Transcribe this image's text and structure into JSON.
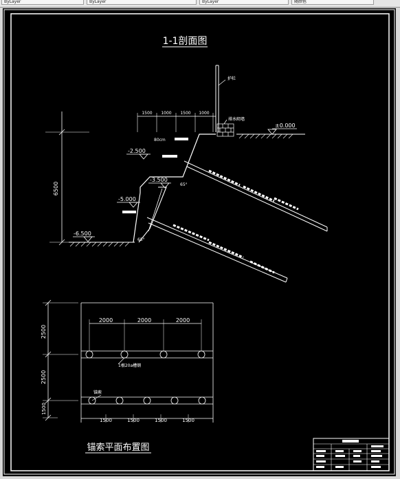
{
  "toolbar": {
    "fields": [
      "ByLayer",
      "ByLayer",
      "ByLayer",
      "随颜色"
    ]
  },
  "section": {
    "title": "1-1剖面图",
    "labels": {
      "guardrail": "护栏",
      "drain_masonry": "排水砌墙",
      "elev_ground": "±0.000",
      "elev_1": "-2.500",
      "elev_2": "-3.500",
      "elev_3": "-5.000",
      "elev_bottom": "-6.500",
      "total_height": "6500",
      "dim_top": [
        "1500",
        "1000",
        "1500",
        "1000"
      ],
      "ditch": "80cm",
      "angle_1": "65°",
      "angle_2": "65°"
    }
  },
  "plan": {
    "title": "锚索平面布置图",
    "top_dims": [
      "2000",
      "2000",
      "2000"
    ],
    "bottom_dims": [
      "1500",
      "1500",
      "1500",
      "1500"
    ],
    "left_dims": [
      "2500",
      "2500",
      "1500"
    ],
    "beam_label": "1根20a槽钢",
    "anchor_label": "锚索"
  }
}
